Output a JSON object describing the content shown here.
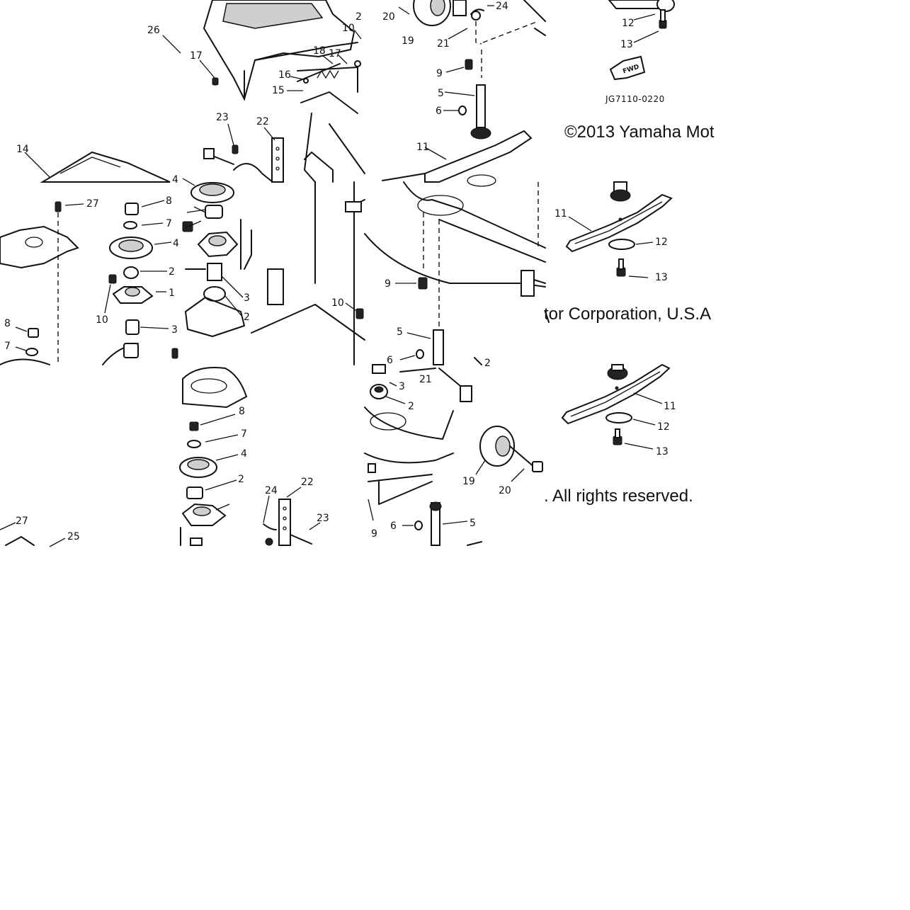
{
  "diagram": {
    "drawing_code": "JG7110-0220",
    "direction_tag": "FWD",
    "copyright": {
      "fragment_1": "©2013 Yamaha Mot",
      "fragment_2": "tor Corporation, U.S.A",
      "fragment_3": ". All rights reserved."
    },
    "callouts": {
      "t1": [
        "26",
        "17",
        "18",
        "17",
        "16",
        "15",
        "10",
        "2"
      ],
      "t2": [
        "20",
        "19",
        "24",
        "21",
        "9",
        "5",
        "6",
        "11"
      ],
      "t3": [
        "12",
        "13"
      ],
      "t4": [
        "14",
        "23",
        "22",
        "4"
      ],
      "t5": [
        "27",
        "8",
        "7",
        "4",
        "2",
        "1",
        "3",
        "10",
        "8",
        "7",
        "3",
        "2",
        "4"
      ],
      "t6": [
        "10"
      ],
      "t7": [
        "9",
        "5",
        "6",
        "2"
      ],
      "t8": [
        "11",
        "12",
        "13"
      ],
      "t9": [
        "8",
        "7",
        "4",
        "2",
        "24",
        "22",
        "23"
      ],
      "t10": [
        "3",
        "2",
        "6",
        "21",
        "19",
        "20",
        "9",
        "6",
        "5"
      ],
      "t11": [
        "11",
        "12",
        "13"
      ],
      "t12": [
        "27",
        "25"
      ]
    }
  }
}
